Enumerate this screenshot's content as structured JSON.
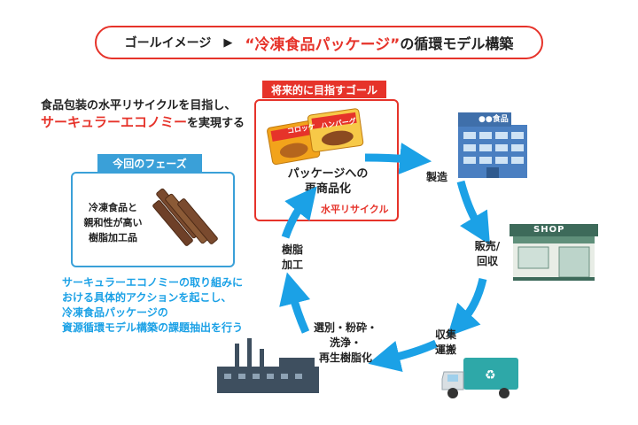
{
  "header": {
    "prefix": "ゴールイメージ",
    "arrow": "▶",
    "highlight": "“冷凍食品パッケージ”",
    "suffix": "の循環モデル構築"
  },
  "description": {
    "line1": "食品包装の水平リサイクルを目指し、",
    "line2_highlight": "サーキュラーエコノミー",
    "line2_rest": "を実現する"
  },
  "goal": {
    "tag": "将来的に目指すゴール",
    "text_line1": "パッケージへの",
    "text_line2": "再商品化",
    "sub_label": "水平リサイクル",
    "package_left_text": "コロッケ",
    "package_right_text": "ハンバーグ"
  },
  "phase": {
    "tag": "今回のフェーズ",
    "text_line1": "冷凍食品と",
    "text_line2": "親和性が高い",
    "text_line3": "樹脂加工品"
  },
  "steps": {
    "manufacture": "製造",
    "sales_line1": "販売/",
    "sales_line2": "回収",
    "collection_line1": "収集",
    "collection_line2": "運搬",
    "sorting_line1": "選別・粉砕・",
    "sorting_line2": "洗浄・",
    "sorting_line3": "再生樹脂化",
    "resin_line1": "樹脂",
    "resin_line2": "加工"
  },
  "factory_sign": "●●食品",
  "shop_sign": "SHOP",
  "bottom_text": {
    "line1": "サーキュラーエコノミーの取り組みに",
    "line2": "おける具体的アクションを起こし、",
    "line3": "冷凍食品パッケージの",
    "line4": "資源循環モデル構築の課題抽出を行う"
  },
  "colors": {
    "accent_red": "#e6332a",
    "accent_blue": "#1ba1e6",
    "phase_blue": "#3aa0d8",
    "building": "#4a7fc1"
  },
  "icons": [
    "frozen-food-package-icon",
    "resin-sticks-icon",
    "factory-building-icon",
    "shop-icon",
    "garbage-truck-icon",
    "recycling-plant-icon"
  ]
}
